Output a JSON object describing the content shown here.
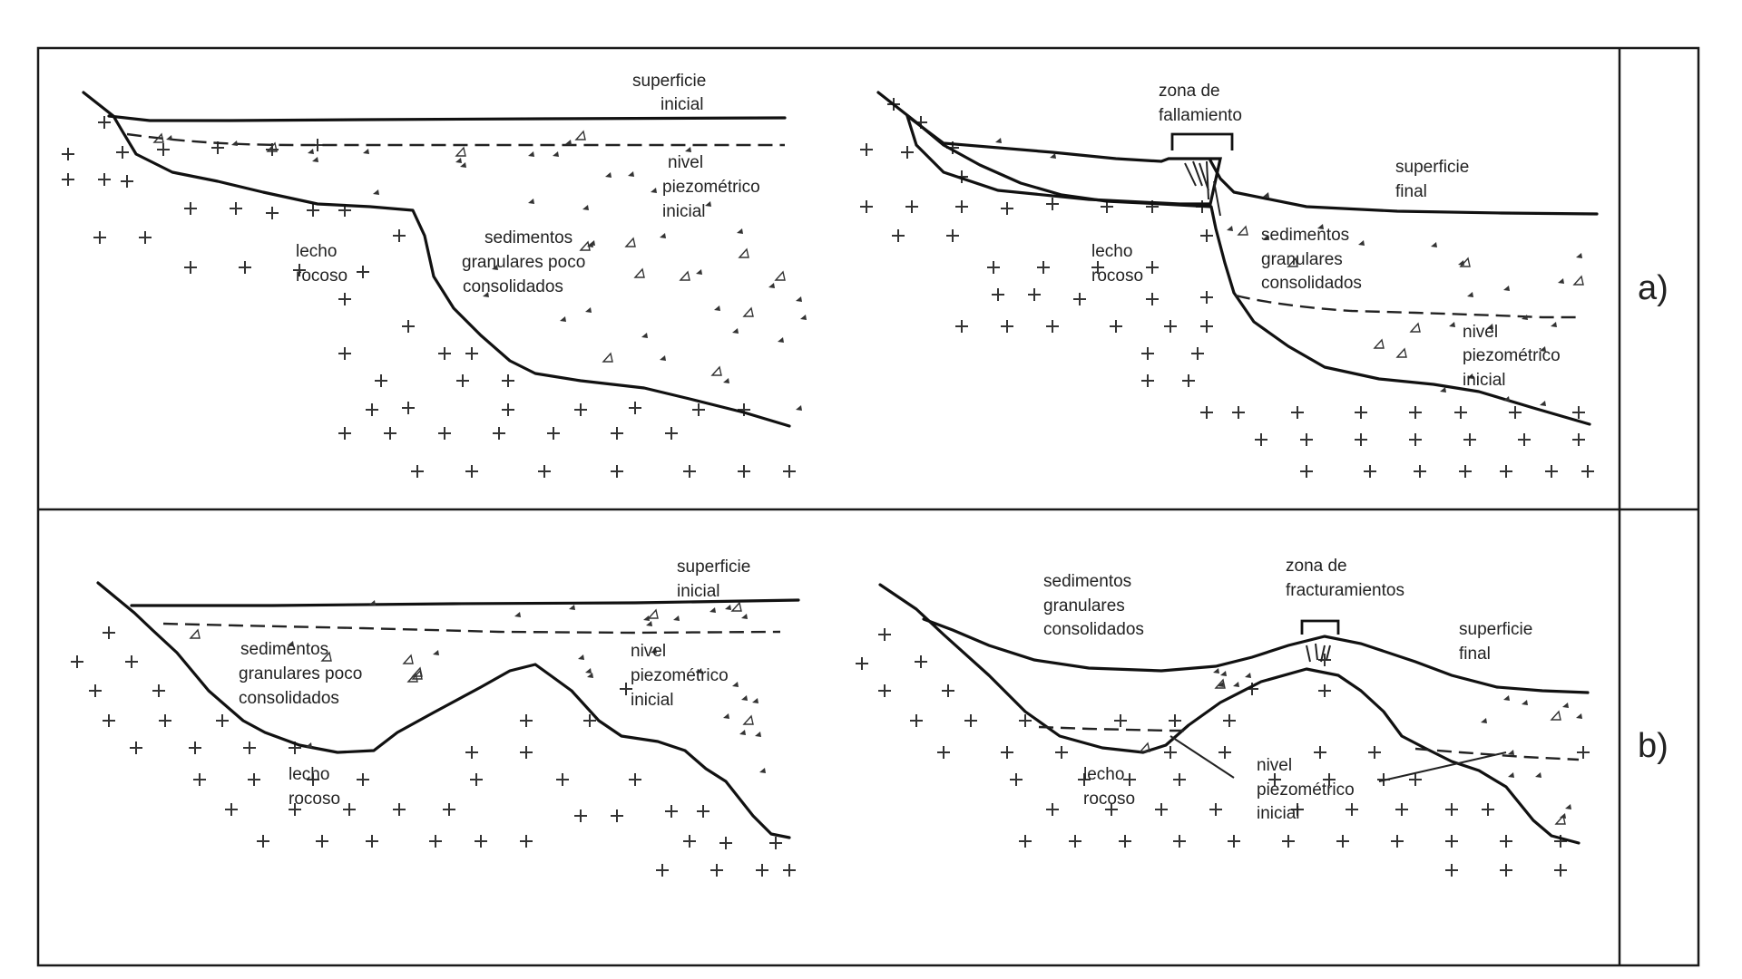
{
  "panels": {
    "a": {
      "id_label": "a)",
      "initial": {
        "surface_label": [
          "superficie",
          "inicial"
        ],
        "water_label": [
          "nivel",
          "piezométrico",
          "inicial"
        ],
        "bedrock_label": [
          "lecho",
          "rocoso"
        ],
        "sediment_label": [
          "sedimentos",
          "granulares poco",
          "consolidados"
        ]
      },
      "final": {
        "zone_label": [
          "zona de",
          "fallamiento"
        ],
        "surface_label": [
          "superficie",
          "final"
        ],
        "bedrock_label": [
          "lecho",
          "rocoso"
        ],
        "sediment_label": [
          "sedimentos",
          "granulares",
          "consolidados"
        ],
        "water_label": [
          "nivel",
          "piezométrico",
          "inicial"
        ]
      }
    },
    "b": {
      "id_label": "b)",
      "initial": {
        "surface_label": [
          "superficie",
          "inicial"
        ],
        "sediment_label": [
          "sedimentos",
          "granulares poco",
          "consolidados"
        ],
        "water_label": [
          "nivel",
          "piezométrico",
          "inicial"
        ],
        "bedrock_label": [
          "lecho",
          "rocoso"
        ]
      },
      "final": {
        "sediment_label": [
          "sedimentos",
          "granulares",
          "consolidados"
        ],
        "zone_label": [
          "zona de",
          "fracturamientos"
        ],
        "surface_label": [
          "superficie",
          "final"
        ],
        "bedrock_label": [
          "lecho",
          "rocoso"
        ],
        "water_label": [
          "nivel",
          "piezométrico",
          "inicial"
        ]
      }
    }
  },
  "colors": {
    "line": "#111111",
    "text": "#222222",
    "background": "#ffffff"
  }
}
